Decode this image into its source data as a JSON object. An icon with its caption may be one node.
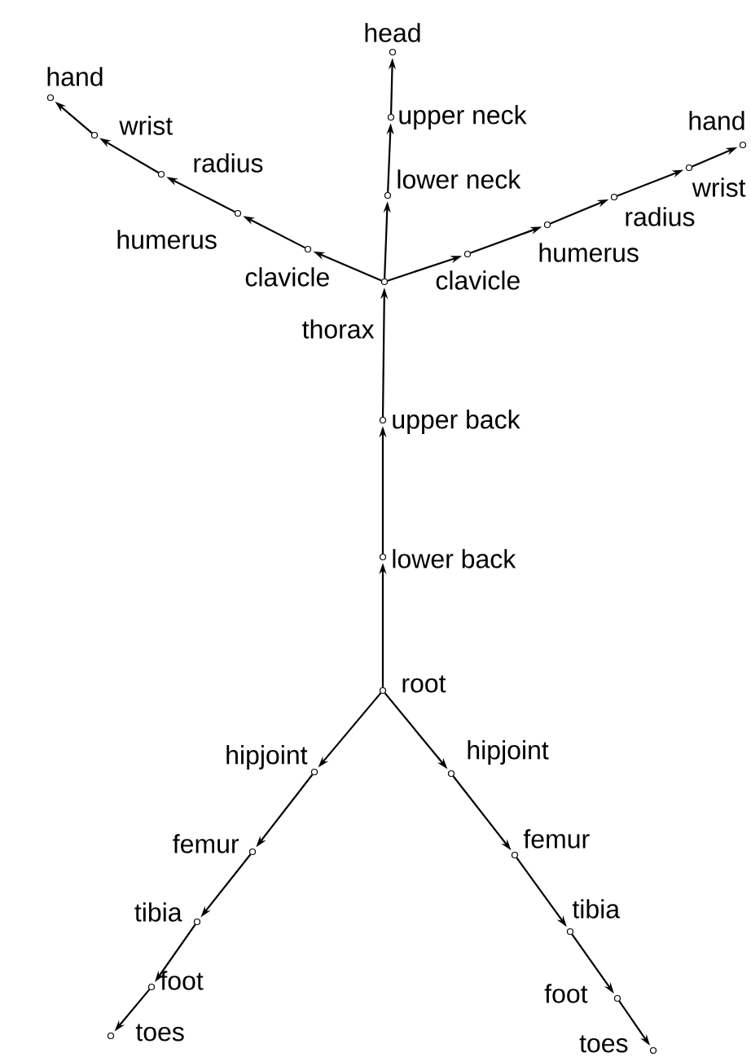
{
  "diagram": {
    "nodes": [
      {
        "text": [
          "root"
        ]
      },
      {
        "text": [
          "lower back"
        ]
      },
      {
        "text": [
          "upper back"
        ]
      },
      {
        "text": [
          "thorax"
        ]
      },
      {
        "text": [
          "lower neck"
        ]
      },
      {
        "text": [
          "upper neck"
        ]
      },
      {
        "text": [
          "head"
        ]
      },
      {
        "text": [
          "clavicle"
        ]
      },
      {
        "text": [
          "humerus"
        ]
      },
      {
        "text": [
          "radius"
        ]
      },
      {
        "text": [
          "wrist"
        ]
      },
      {
        "text": [
          "hand"
        ]
      },
      {
        "text": [
          "clavicle"
        ]
      },
      {
        "text": [
          "humerus"
        ]
      },
      {
        "text": [
          "radius"
        ]
      },
      {
        "text": [
          "wrist"
        ]
      },
      {
        "text": [
          "hand"
        ]
      },
      {
        "text": [
          "hipjoint"
        ]
      },
      {
        "text": [
          "femur"
        ]
      },
      {
        "text": [
          "tibia"
        ]
      },
      {
        "text": [
          "foot"
        ]
      },
      {
        "text": [
          "toes"
        ]
      },
      {
        "text": [
          "hipjoint"
        ]
      },
      {
        "text": [
          "femur"
        ]
      },
      {
        "text": [
          "tibia"
        ]
      },
      {
        "text": [
          "foot"
        ]
      },
      {
        "text": [
          "toes"
        ]
      }
    ],
    "edges": [
      {
        "from": 0,
        "to": 1,
        "arrow": "to"
      },
      {
        "from": 1,
        "to": 2,
        "arrow": "to"
      },
      {
        "from": 2,
        "to": 3,
        "arrow": "to"
      },
      {
        "from": 3,
        "to": 4,
        "arrow": "to"
      },
      {
        "from": 4,
        "to": 5,
        "arrow": "to"
      },
      {
        "from": 5,
        "to": 6,
        "arrow": "to"
      },
      {
        "from": 3,
        "to": 7,
        "arrow": "to"
      },
      {
        "from": 7,
        "to": 8,
        "arrow": "to"
      },
      {
        "from": 8,
        "to": 9,
        "arrow": "to"
      },
      {
        "from": 9,
        "to": 10,
        "arrow": "to"
      },
      {
        "from": 10,
        "to": 11,
        "arrow": "to"
      },
      {
        "from": 3,
        "to": 12,
        "arrow": "to"
      },
      {
        "from": 12,
        "to": 13,
        "arrow": "to"
      },
      {
        "from": 13,
        "to": 14,
        "arrow": "to"
      },
      {
        "from": 14,
        "to": 15,
        "arrow": "to"
      },
      {
        "from": 15,
        "to": 16,
        "arrow": "to"
      },
      {
        "from": 0,
        "to": 17,
        "arrow": "to"
      },
      {
        "from": 17,
        "to": 18,
        "arrow": "to"
      },
      {
        "from": 18,
        "to": 19,
        "arrow": "to"
      },
      {
        "from": 19,
        "to": 20,
        "arrow": "to"
      },
      {
        "from": 20,
        "to": 21,
        "arrow": "to"
      },
      {
        "from": 0,
        "to": 22,
        "arrow": "to"
      },
      {
        "from": 22,
        "to": 23,
        "arrow": "to"
      },
      {
        "from": 23,
        "to": 24,
        "arrow": "to"
      },
      {
        "from": 24,
        "to": 25,
        "arrow": "to"
      },
      {
        "from": 25,
        "to": 26,
        "arrow": "to"
      }
    ]
  }
}
